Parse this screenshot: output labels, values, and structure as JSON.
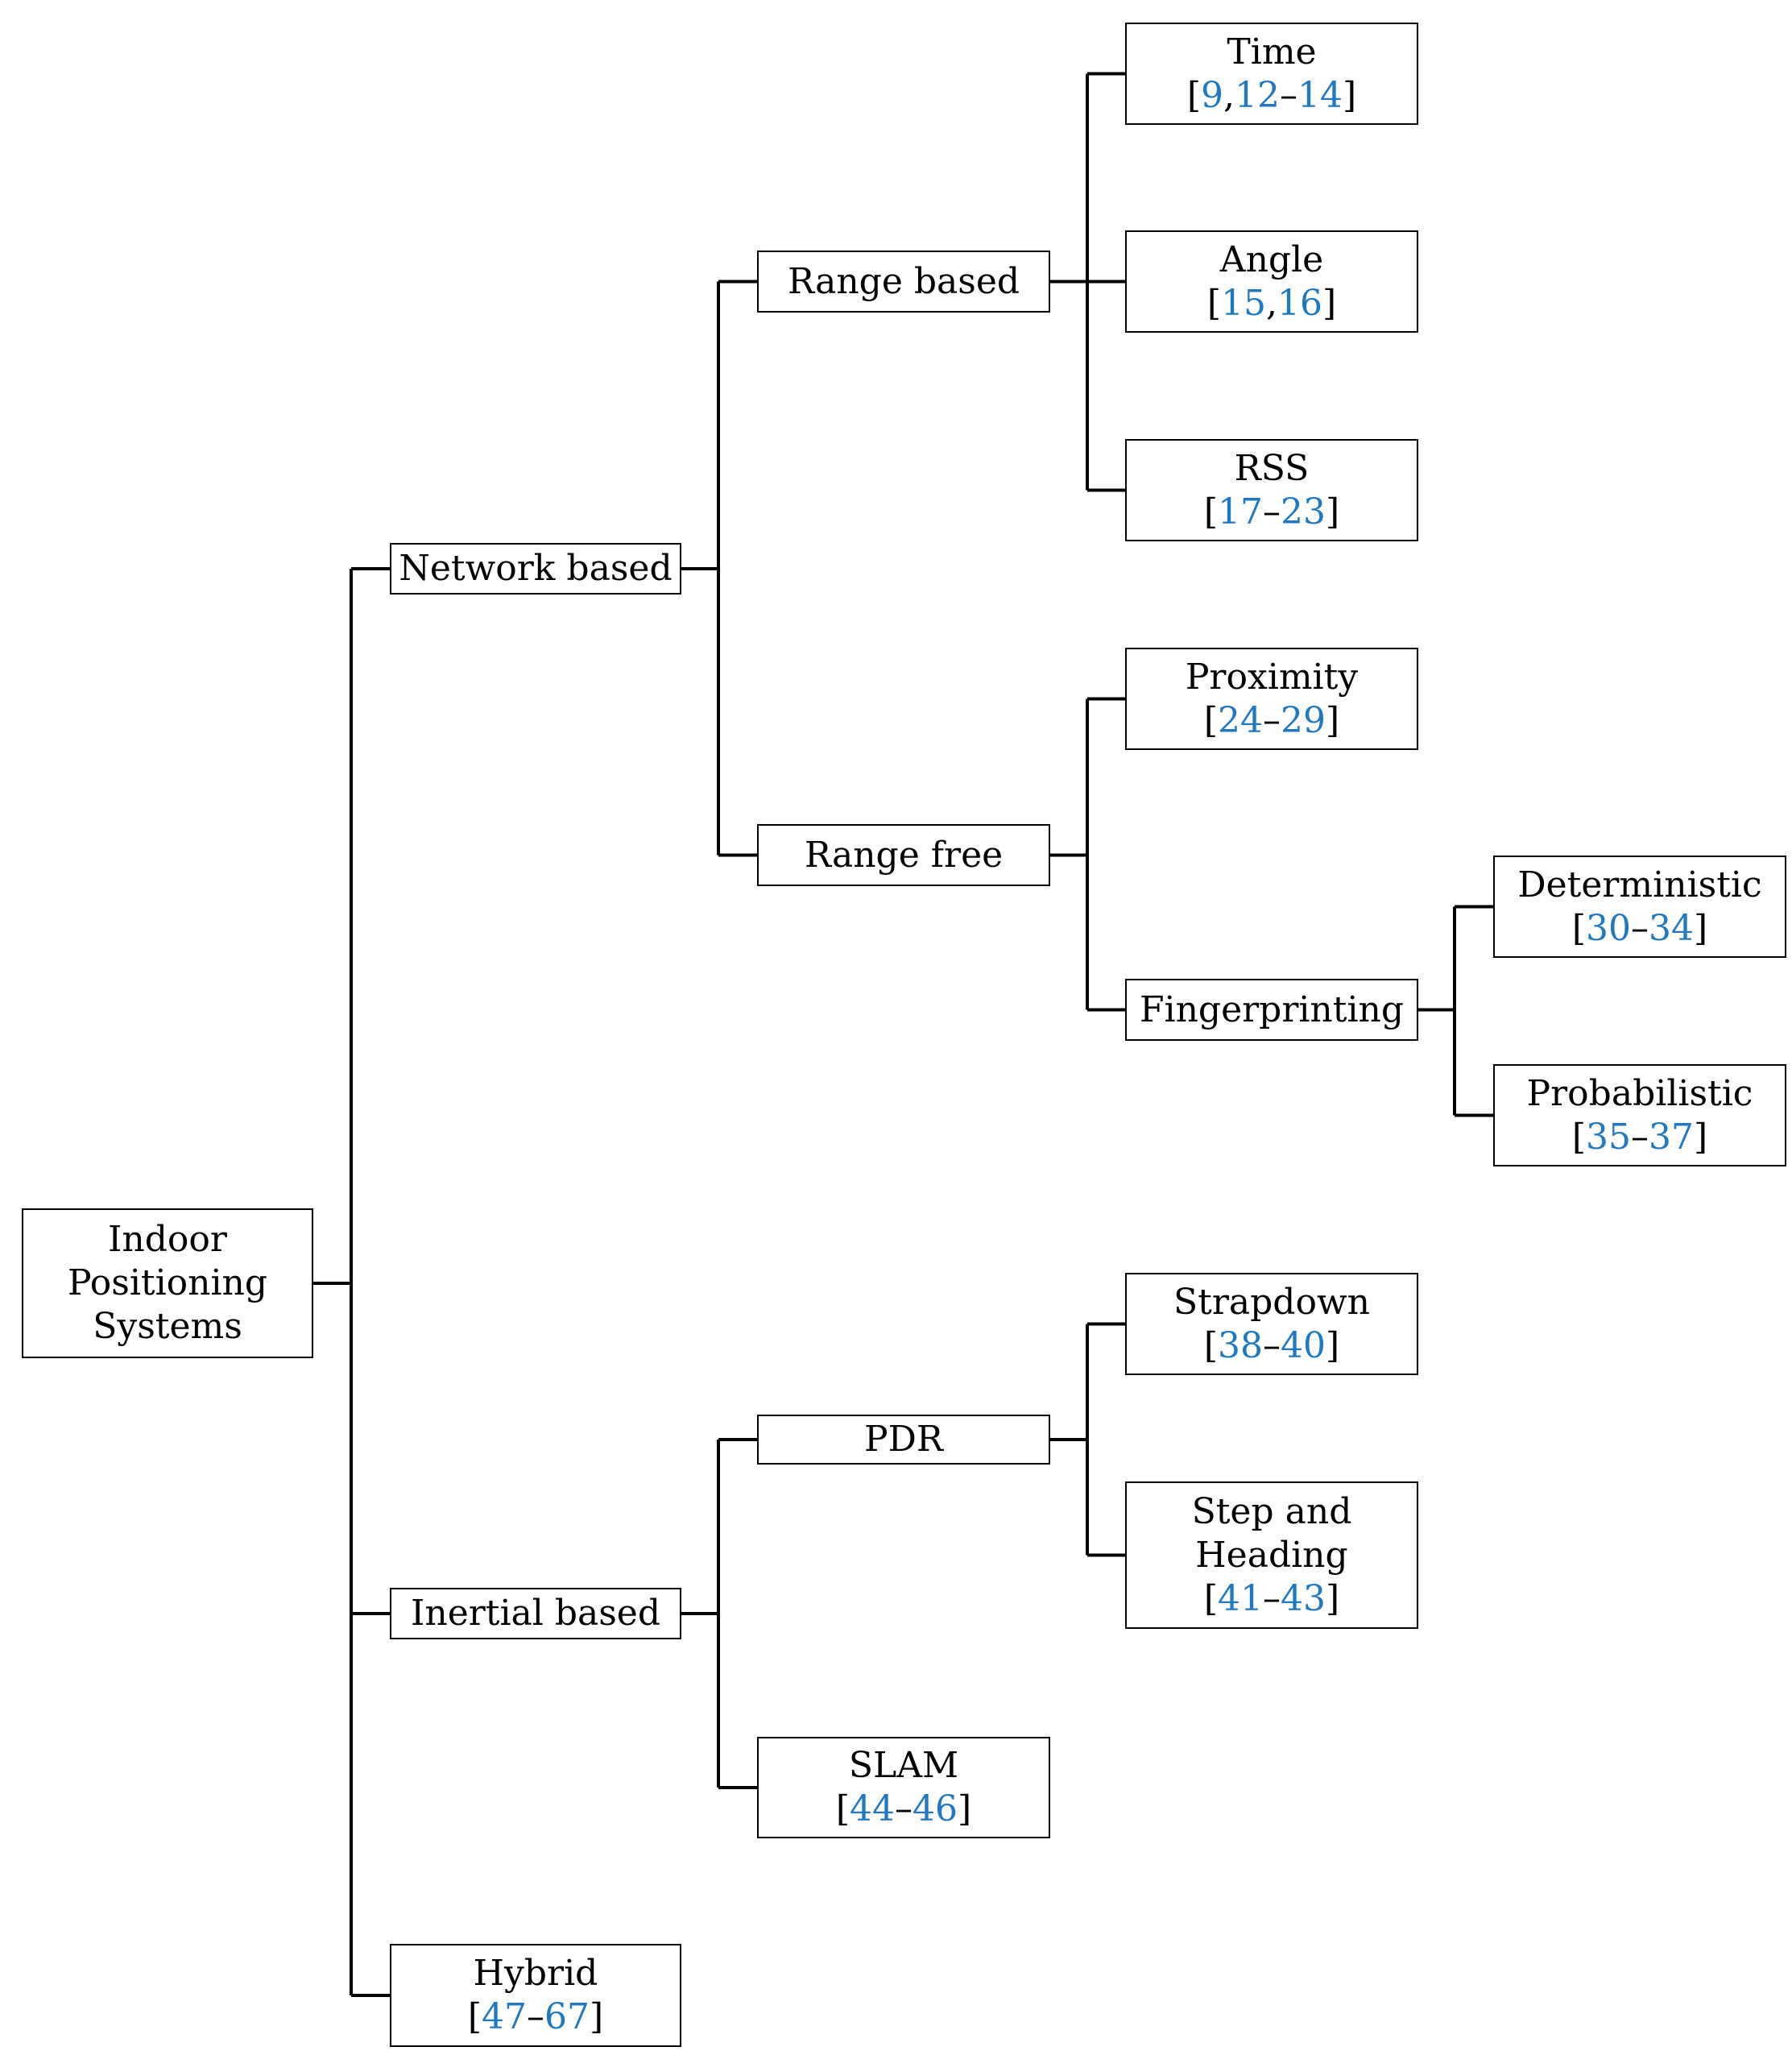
{
  "nodes": {
    "root": {
      "lines": [
        "Indoor",
        "Positioning",
        "Systems"
      ]
    },
    "network": {
      "lines": [
        "Network based"
      ]
    },
    "inertial": {
      "lines": [
        "Inertial based"
      ]
    },
    "hybrid": {
      "lines": [
        "Hybrid"
      ],
      "refs": [
        [
          "47",
          "–",
          "67"
        ]
      ]
    },
    "range_based": {
      "lines": [
        "Range based"
      ]
    },
    "range_free": {
      "lines": [
        "Range free"
      ]
    },
    "pdr": {
      "lines": [
        "PDR"
      ]
    },
    "slam": {
      "lines": [
        "SLAM"
      ],
      "refs": [
        [
          "44",
          "–",
          "46"
        ]
      ]
    },
    "time": {
      "lines": [
        "Time"
      ],
      "refs": [
        [
          "9",
          ",",
          "12",
          "–",
          "14"
        ]
      ]
    },
    "angle": {
      "lines": [
        "Angle"
      ],
      "refs": [
        [
          "15",
          ",",
          "16"
        ]
      ]
    },
    "rss": {
      "lines": [
        "RSS"
      ],
      "refs": [
        [
          "17",
          "–",
          "23"
        ]
      ]
    },
    "proximity": {
      "lines": [
        "Proximity"
      ],
      "refs": [
        [
          "24",
          "–",
          "29"
        ]
      ]
    },
    "fingerprinting": {
      "lines": [
        "Fingerprinting"
      ]
    },
    "deterministic": {
      "lines": [
        "Deterministic"
      ],
      "refs": [
        [
          "30",
          "–",
          "34"
        ]
      ]
    },
    "probabilistic": {
      "lines": [
        "Probabilistic"
      ],
      "refs": [
        [
          "35",
          "–",
          "37"
        ]
      ]
    },
    "strapdown": {
      "lines": [
        "Strapdown"
      ],
      "refs": [
        [
          "38",
          "–",
          "40"
        ]
      ]
    },
    "step_heading": {
      "lines": [
        "Step and",
        "Heading"
      ],
      "refs": [
        [
          "41",
          "–",
          "43"
        ]
      ]
    }
  },
  "edges": [
    [
      "root",
      "network"
    ],
    [
      "root",
      "inertial"
    ],
    [
      "root",
      "hybrid"
    ],
    [
      "network",
      "range_based"
    ],
    [
      "network",
      "range_free"
    ],
    [
      "range_based",
      "time"
    ],
    [
      "range_based",
      "angle"
    ],
    [
      "range_based",
      "rss"
    ],
    [
      "range_free",
      "proximity"
    ],
    [
      "range_free",
      "fingerprinting"
    ],
    [
      "fingerprinting",
      "deterministic"
    ],
    [
      "fingerprinting",
      "probabilistic"
    ],
    [
      "inertial",
      "pdr"
    ],
    [
      "inertial",
      "slam"
    ],
    [
      "pdr",
      "strapdown"
    ],
    [
      "pdr",
      "step_heading"
    ]
  ],
  "colors": {
    "citation": "#1f78c1",
    "line": "#000000"
  }
}
